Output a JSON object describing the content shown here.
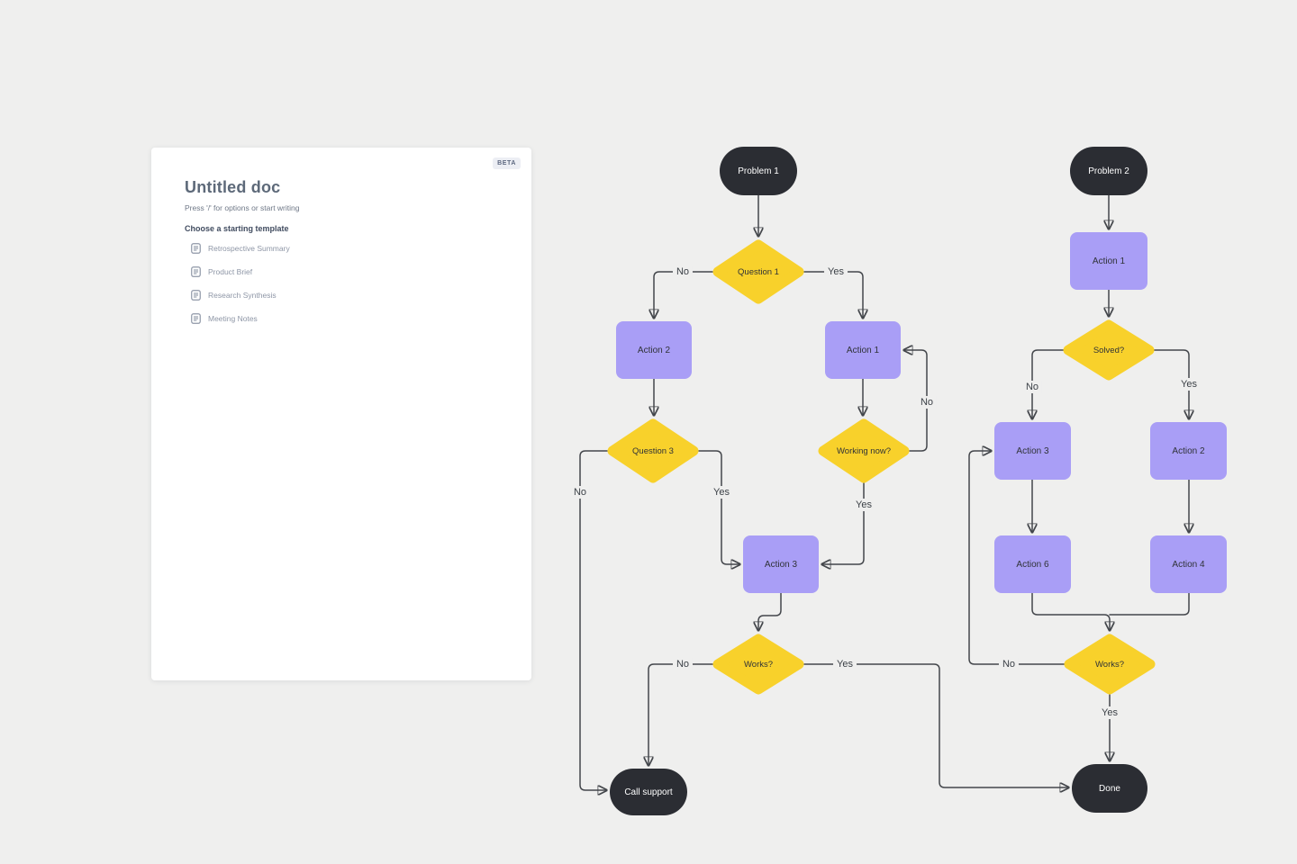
{
  "app": {
    "canvas_background": "#efefee",
    "colors": {
      "node_dark": "#2b2d33",
      "node_purple": "#a99ef6",
      "node_yellow": "#f8d12b",
      "edge_line": "#43464b",
      "card_background": "#ffffff"
    }
  },
  "doc_panel": {
    "beta_badge": "BETA",
    "title": "Untitled doc",
    "hint": "Press '/' for options or start writing",
    "templates_heading": "Choose a starting template",
    "templates": [
      {
        "icon": "document-icon",
        "label": "Retrospective Summary"
      },
      {
        "icon": "document-icon",
        "label": "Product Brief"
      },
      {
        "icon": "document-icon",
        "label": "Research Synthesis"
      },
      {
        "icon": "document-icon",
        "label": "Meeting Notes"
      }
    ]
  },
  "flowcharts": {
    "left": {
      "nodes": {
        "problem1": "Problem 1",
        "question1": "Question 1",
        "action2": "Action 2",
        "action1": "Action 1",
        "question3": "Question 3",
        "working_now": "Working now?",
        "action3": "Action 3",
        "works": "Works?",
        "call_support": "Call support"
      },
      "edge_labels": {
        "question1_no": "No",
        "question1_yes": "Yes",
        "working_now_no": "No",
        "working_now_yes": "Yes",
        "question3_no": "No",
        "question3_yes": "Yes",
        "works_no": "No",
        "works_yes": "Yes"
      }
    },
    "right": {
      "nodes": {
        "problem2": "Problem 2",
        "action1": "Action 1",
        "solved": "Solved?",
        "action3": "Action 3",
        "action2": "Action 2",
        "action6": "Action 6",
        "action4": "Action 4",
        "works": "Works?",
        "done": "Done"
      },
      "edge_labels": {
        "solved_no": "No",
        "solved_yes": "Yes",
        "works_no": "No",
        "works_yes": "Yes"
      }
    }
  }
}
